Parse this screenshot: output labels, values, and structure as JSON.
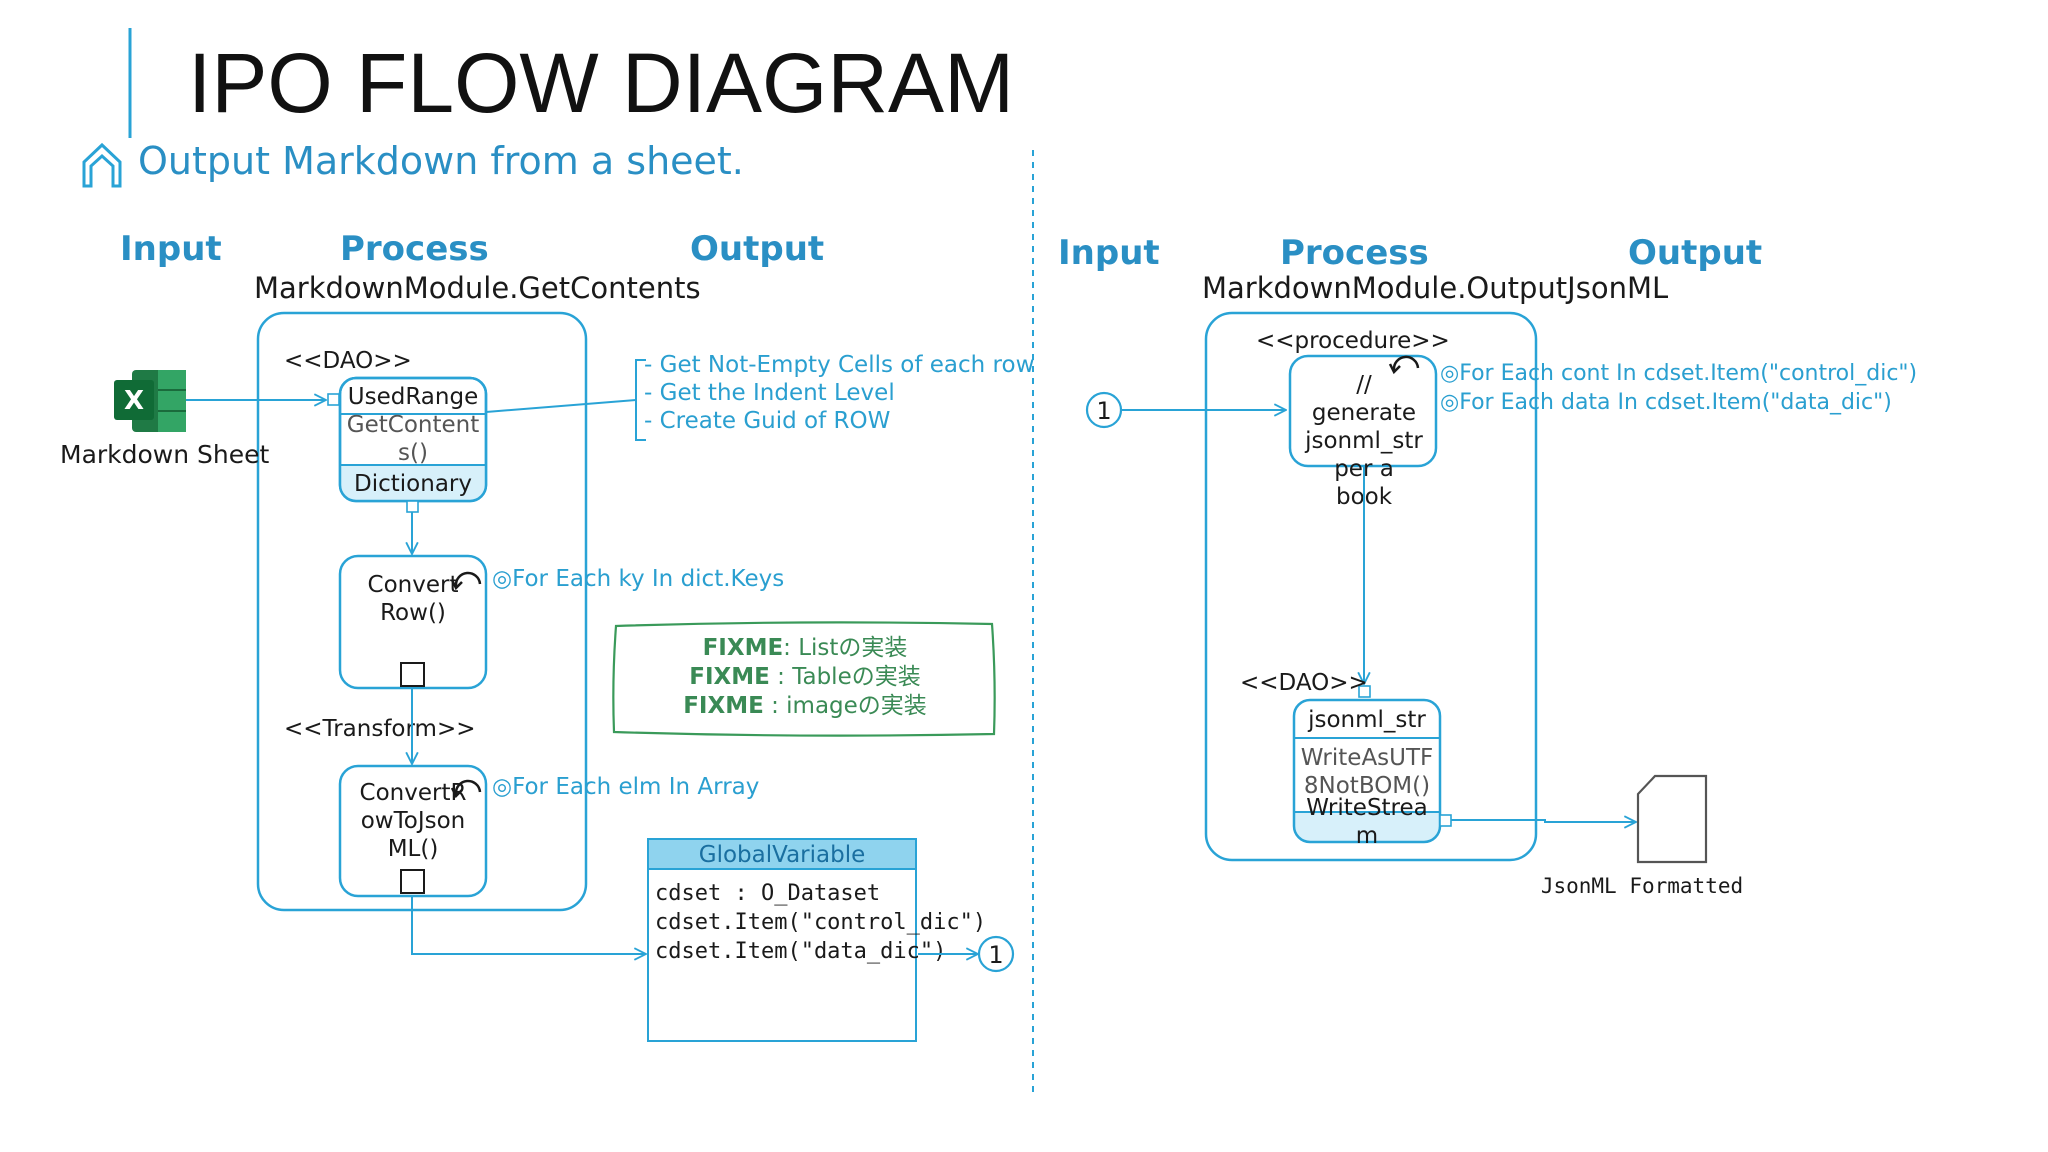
{
  "title": "IPO FLOW DIAGRAM",
  "subtitle": "Output Markdown from a sheet.",
  "left": {
    "headers": {
      "input": "Input",
      "process": "Process",
      "output": "Output"
    },
    "module": "MarkdownModule.GetContents",
    "dao_stereotype": "<<DAO>>",
    "usedrange": {
      "name": "UsedRange",
      "method1": "GetContent",
      "method2": "s()",
      "returns": "Dictionary"
    },
    "input_label": "Markdown Sheet",
    "output_notes": [
      "Get Not-Empty Cells of each row",
      "Get the Indent Level",
      "Create Guid of ROW"
    ],
    "convert_row": {
      "line1": "Convert",
      "line2": "Row()",
      "loop": "◎For Each ky In dict.Keys"
    },
    "transform_stereotype": "<<Transform>>",
    "convert_json": {
      "line1": "ConvertR",
      "line2": "owToJson",
      "line3": "ML()",
      "loop": "◎For Each elm In Array"
    },
    "fixme": [
      {
        "tag": "FIXME",
        "text": ": Listの実装"
      },
      {
        "tag": "FIXME",
        "text": " : Tableの実装"
      },
      {
        "tag": "FIXME",
        "text": " : imageの実装"
      }
    ],
    "global": {
      "header": "GlobalVariable",
      "rows": [
        "cdset : O_Dataset",
        "cdset.Item(\"control_dic\")",
        "cdset.Item(\"data_dic\")"
      ]
    },
    "connector": "1"
  },
  "right": {
    "headers": {
      "input": "Input",
      "process": "Process",
      "output": "Output"
    },
    "module": "MarkdownModule.OutputJsonML",
    "procedure_stereotype": "<<procedure>>",
    "generate": {
      "line1": "//",
      "line2": "generate",
      "line3": "jsonml_str",
      "line4": "per a",
      "line5": "book"
    },
    "loops": [
      "◎For Each cont In cdset.Item(\"control_dic\")",
      "◎For Each data In cdset.Item(\"data_dic\")"
    ],
    "dao_stereotype": "<<DAO>>",
    "jsonml": {
      "name": "jsonml_str",
      "m1": "WriteAsUTF",
      "m2": "8NotBOM()",
      "m3": "WriteStrea",
      "m4": "m"
    },
    "file_label": "JsonML Formatted",
    "connector": "1"
  },
  "colors": {
    "accent": "#29a3d6",
    "blue_text": "#2a8fc4",
    "dark": "#1a1a1a",
    "green": "#3a9a5a",
    "header_fill": "#8fd3ee",
    "light_fill": "#d7f0fa"
  }
}
